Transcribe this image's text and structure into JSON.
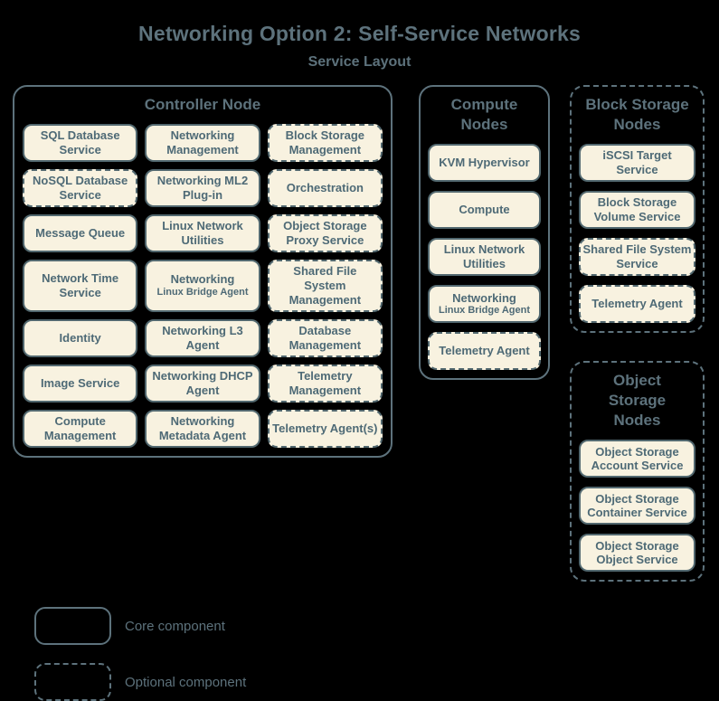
{
  "title": "Networking Option 2: Self-Service Networks",
  "subtitle": "Service Layout",
  "controller": {
    "title": "Controller Node",
    "services": [
      {
        "label": "SQL Database Service",
        "optional": false
      },
      {
        "label": "Networking Management",
        "optional": false
      },
      {
        "label": "Block Storage Management",
        "optional": true
      },
      {
        "label": "NoSQL Database Service",
        "optional": true
      },
      {
        "label": "Networking ML2 Plug-in",
        "optional": false
      },
      {
        "label": "Orchestration",
        "optional": true
      },
      {
        "label": "Message Queue",
        "optional": false
      },
      {
        "label": "Linux Network Utilities",
        "optional": false
      },
      {
        "label": "Object Storage Proxy Service",
        "optional": true
      },
      {
        "label": "Network Time Service",
        "optional": false
      },
      {
        "label": "Networking",
        "sublabel": "Linux Bridge Agent",
        "optional": false
      },
      {
        "label": "Shared File System Management",
        "optional": true
      },
      {
        "label": "Identity",
        "optional": false
      },
      {
        "label": "Networking L3 Agent",
        "optional": false
      },
      {
        "label": "Database Management",
        "optional": true
      },
      {
        "label": "Image Service",
        "optional": false
      },
      {
        "label": "Networking DHCP Agent",
        "optional": false
      },
      {
        "label": "Telemetry Management",
        "optional": true
      },
      {
        "label": "Compute Management",
        "optional": false
      },
      {
        "label": "Networking Metadata Agent",
        "optional": false
      },
      {
        "label": "Telemetry Agent(s)",
        "optional": true
      }
    ]
  },
  "compute": {
    "title": "Compute Nodes",
    "services": [
      {
        "label": "KVM Hypervisor",
        "optional": false
      },
      {
        "label": "Compute",
        "optional": false
      },
      {
        "label": "Linux Network Utilities",
        "optional": false
      },
      {
        "label": "Networking",
        "sublabel": "Linux Bridge Agent",
        "optional": false
      },
      {
        "label": "Telemetry Agent",
        "optional": true
      }
    ]
  },
  "block_storage": {
    "title": "Block Storage Nodes",
    "optional": true,
    "services": [
      {
        "label": "iSCSI Target Service",
        "optional": false
      },
      {
        "label": "Block Storage Volume Service",
        "optional": false
      },
      {
        "label": "Shared File System Service",
        "optional": true
      },
      {
        "label": "Telemetry Agent",
        "optional": true
      }
    ]
  },
  "object_storage": {
    "title": "Object Storage Nodes",
    "optional": true,
    "services": [
      {
        "label": "Object Storage Account Service",
        "optional": false
      },
      {
        "label": "Object Storage Container Service",
        "optional": false
      },
      {
        "label": "Object Storage Object Service",
        "optional": false
      }
    ]
  },
  "legend": {
    "core": "Core component",
    "optional": "Optional component"
  },
  "colors": {
    "background": "#000000",
    "outline": "#5d727c",
    "service_fill": "#f8f2e0",
    "service_border": "#52686f",
    "text": "#4e6a76"
  }
}
